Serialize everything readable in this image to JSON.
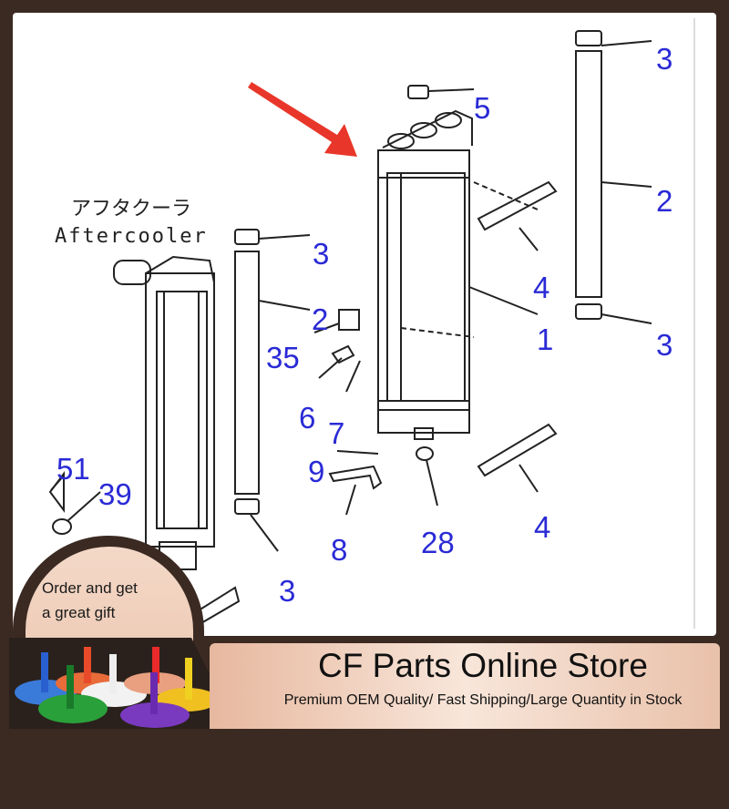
{
  "diagram": {
    "japanese_label": "アフタクーラ",
    "english_label": "Aftercooler",
    "callouts": [
      "3",
      "5",
      "2",
      "3",
      "4",
      "2",
      "1",
      "3",
      "35",
      "6",
      "7",
      "9",
      "51",
      "39",
      "4",
      "8",
      "28",
      "3"
    ],
    "callout_color": "#2a2ad6",
    "arrow_color": "#e8372a"
  },
  "promo": {
    "gift_line1": "Order and get",
    "gift_line2": "a great gift"
  },
  "banner": {
    "title": "CF Parts Online Store",
    "subtitle": "Premium OEM Quality/ Fast Shipping/Large Quantity in Stock"
  }
}
